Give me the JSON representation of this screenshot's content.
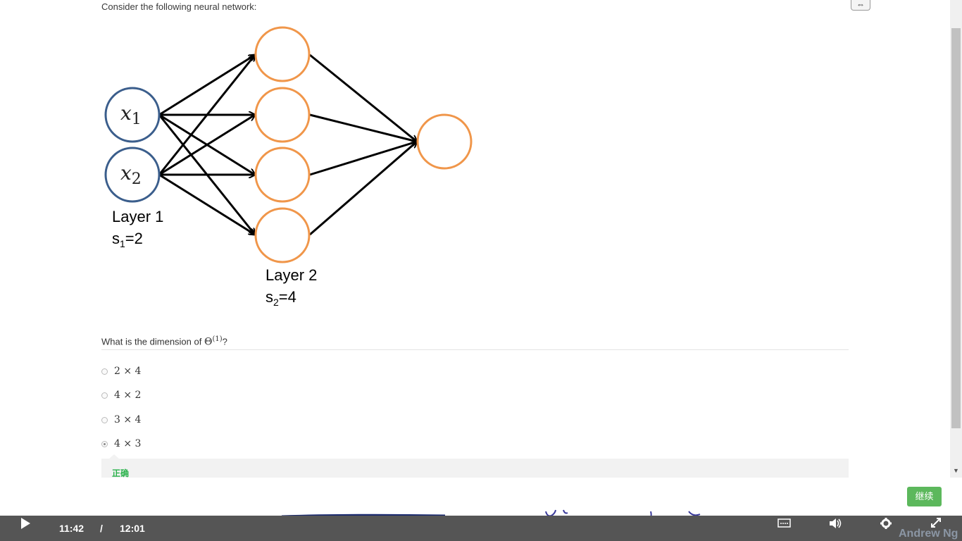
{
  "question": {
    "prompt": "Consider the following neural network:",
    "text": "What is the dimension of ",
    "theta": "Θ",
    "theta_sup": "(1)",
    "suffix": "?"
  },
  "diagram": {
    "x1_var": "x",
    "x1_sub": "1",
    "x2_var": "x",
    "x2_sub": "2",
    "layer1_label": "Layer 1",
    "layer1_size_var": "s",
    "layer1_size_sub": "1",
    "layer1_size_val": "=2",
    "layer2_label": "Layer 2",
    "layer2_size_var": "s",
    "layer2_size_sub": "2",
    "layer2_size_val": "=4"
  },
  "options": [
    {
      "text": "2 × 4",
      "selected": false
    },
    {
      "text": "4 × 2",
      "selected": false
    },
    {
      "text": "3 × 4",
      "selected": false
    },
    {
      "text": "4 × 3",
      "selected": true
    }
  ],
  "feedback": {
    "text": "正确"
  },
  "buttons": {
    "continue": "继续",
    "expand": "⇔"
  },
  "player": {
    "current_time": "11:42",
    "separator": "/",
    "total_time": "12:01",
    "watermark": "Andrew Ng"
  },
  "colors": {
    "input_node": "#3b5e8c",
    "hidden_node": "#f0964a",
    "correct": "#2bb24c",
    "continue_button": "#5cb85c",
    "controls_bar": "#555555"
  },
  "icons": [
    "expand-icon",
    "play-icon",
    "captions-icon",
    "volume-icon",
    "settings-icon",
    "fullscreen-icon"
  ]
}
